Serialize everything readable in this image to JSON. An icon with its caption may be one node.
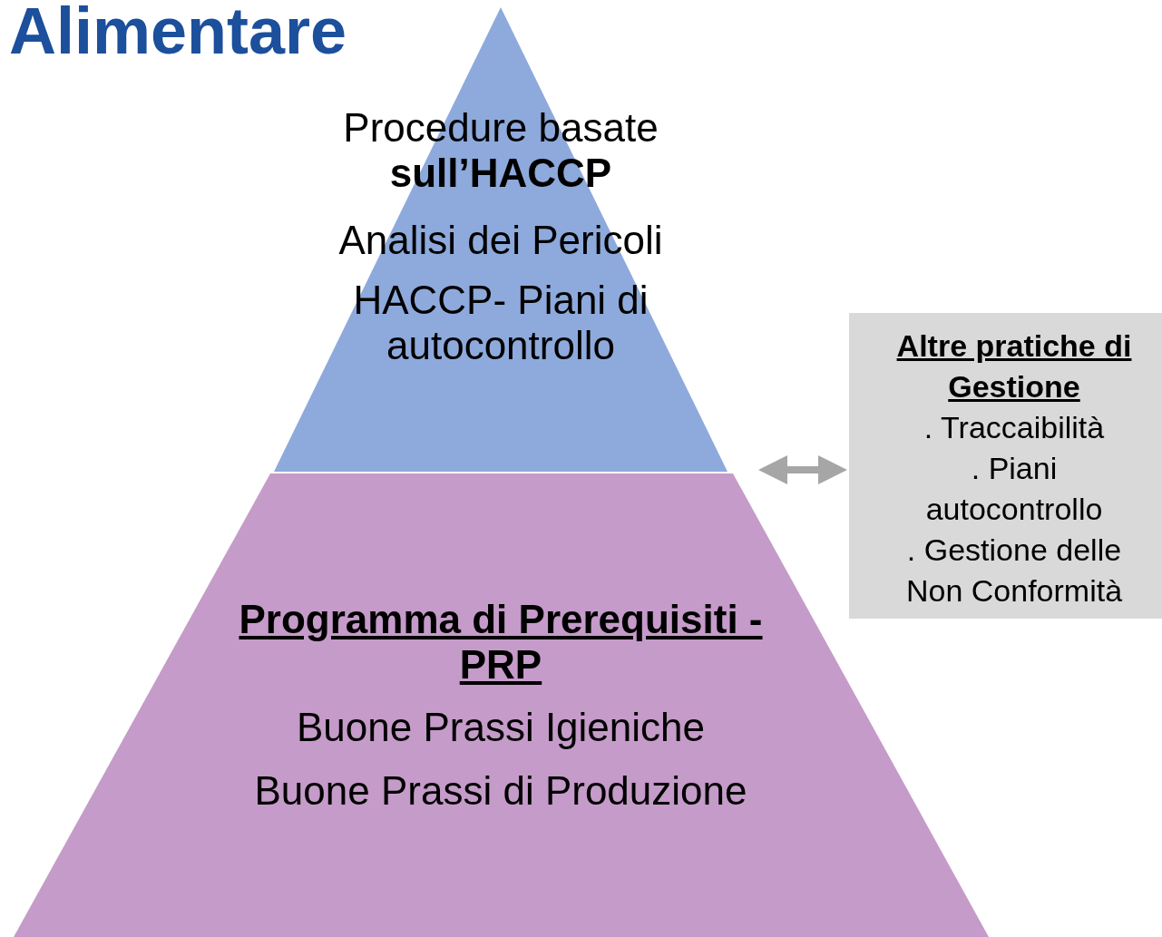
{
  "diagram": {
    "title": "Alimentare",
    "nodes": [
      {
        "text": [
          "Procedure basate **sull’HACCP**",
          "Analisi dei Pericoli",
          "HACCP- Piani di autocontrollo"
        ]
      },
      {
        "text": [
          "Programma di Prerequisiti - PRP",
          "Buone Prassi Igieniche",
          "Buone Prassi di Produzione"
        ]
      },
      {
        "text": [
          "Altre pratiche di Gestione",
          ". Traccaibilità",
          ". Piani autocontrollo",
          ". Gestione delle Non Conformità"
        ]
      }
    ],
    "edges": [
      {
        "from": 0,
        "to": 2,
        "arrow": "both"
      }
    ]
  }
}
